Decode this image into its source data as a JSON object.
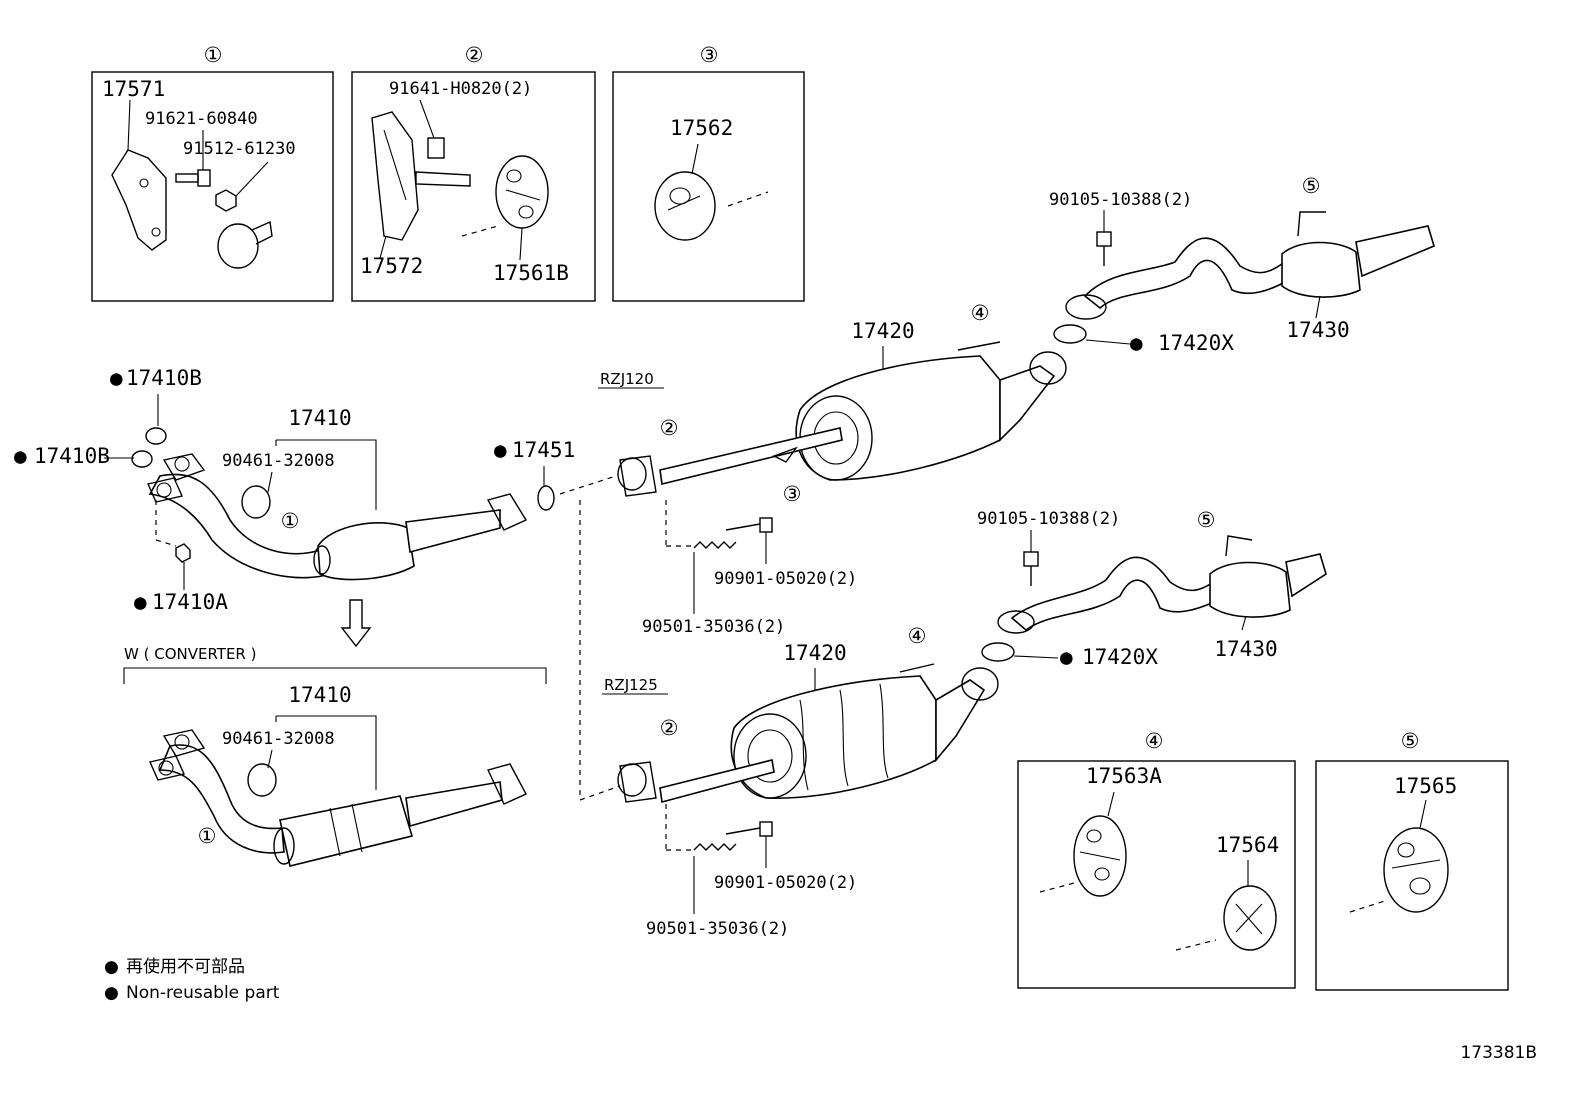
{
  "refs": {
    "r1": "①",
    "r2": "②",
    "r3": "③",
    "r4": "④",
    "r5": "⑤"
  },
  "parts": {
    "p17571": "17571",
    "p91621": "91621-60840",
    "p91512": "91512-61230",
    "p91641": "91641-H0820(2)",
    "p17572": "17572",
    "p17561B": "17561B",
    "p17562": "17562",
    "p90105": "90105-10388(2)",
    "p17430": "17430",
    "p17420": "17420",
    "p17420X": "17420X",
    "p17410B": "17410B",
    "p17410": "17410",
    "p90461": "90461-32008",
    "p17410A": "17410A",
    "p17451": "17451",
    "p90901": "90901-05020(2)",
    "p90501": "90501-35036(2)",
    "p17563A": "17563A",
    "p17564": "17564",
    "p17565": "17565"
  },
  "models": {
    "rzj120": "RZJ120",
    "rzj125": "RZJ125"
  },
  "variant": "W ( CONVERTER )",
  "legend": {
    "bullet": "●",
    "line_jp": "再使用不可部品",
    "line_en": "Non-reusable part"
  },
  "figure_code": "173381B"
}
